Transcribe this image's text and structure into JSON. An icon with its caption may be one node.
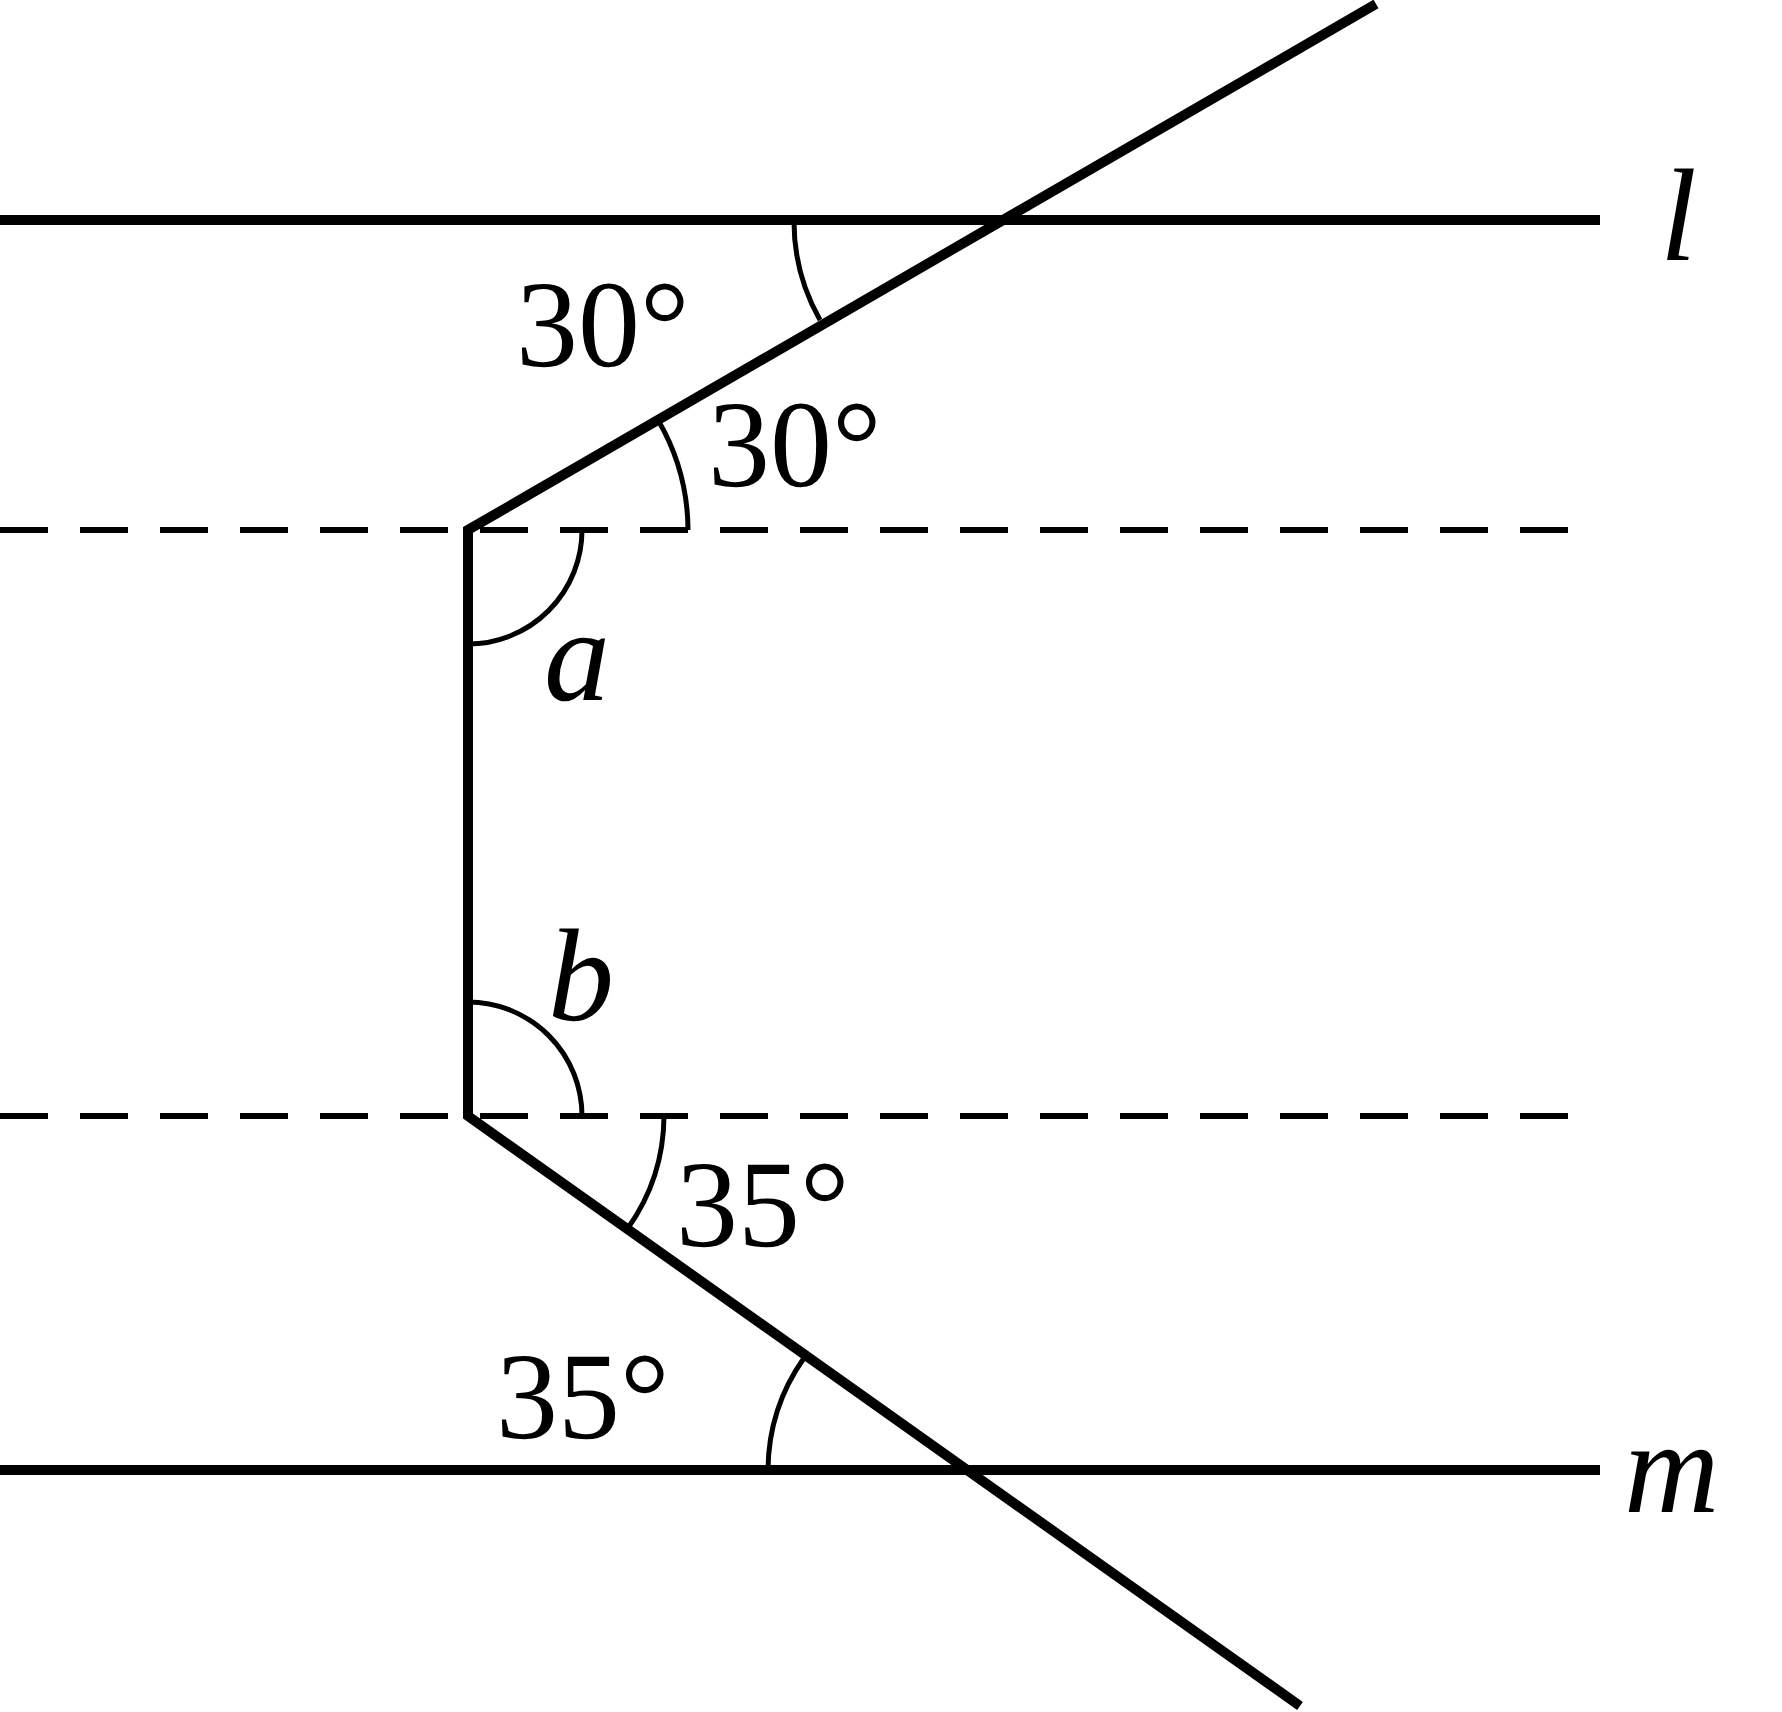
{
  "diagram": {
    "labels": [
      "l",
      "30°",
      "30°",
      "a",
      "b",
      "35°",
      "35°",
      "m"
    ]
  }
}
